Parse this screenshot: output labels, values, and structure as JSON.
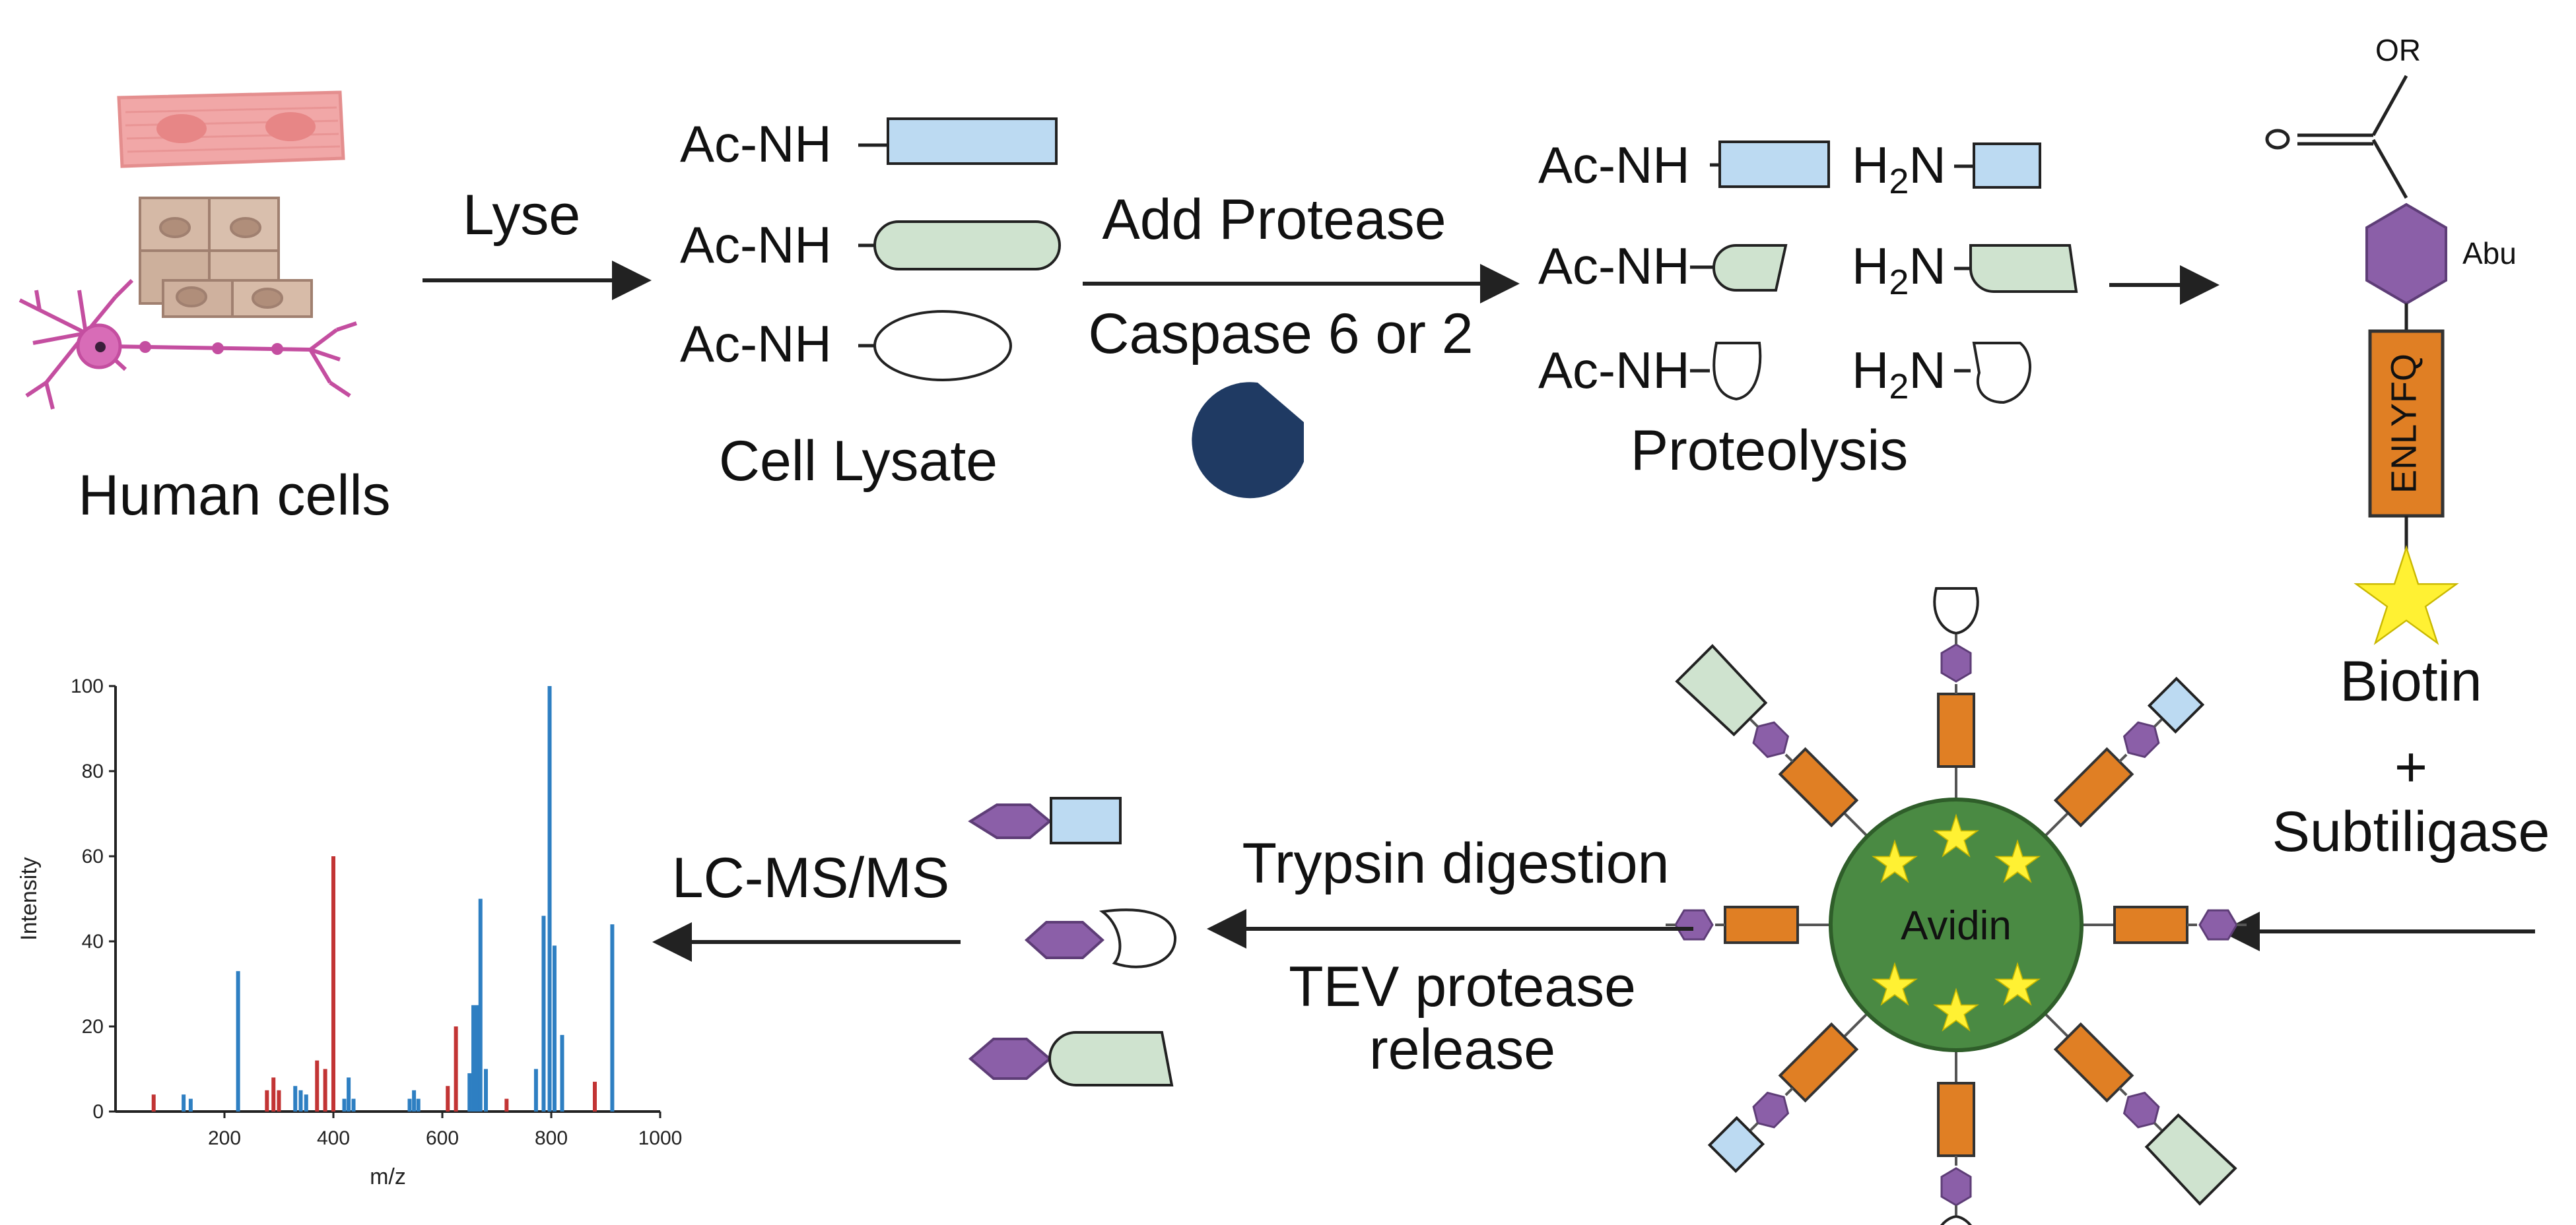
{
  "steps": {
    "human_cells": "Human cells",
    "lyse": "Lyse",
    "cell_lysate": "Cell Lysate",
    "add_protease": "Add Protease",
    "caspase": "Caspase 6 or 2",
    "proteolysis": "Proteolysis",
    "biotin": "Biotin",
    "plus": "+",
    "subtiligase": "Subtiligase",
    "avidin": "Avidin",
    "trypsin": "Trypsin digestion",
    "tev_line1": "TEV protease",
    "tev_line2": "release",
    "lcms": "LC-MS/MS"
  },
  "chemistry": {
    "ac_nh": "Ac-NH",
    "h2n_h": "H",
    "h2n_2": "2",
    "h2n_n": "N",
    "or": "OR",
    "abu": "Abu",
    "peptide": "ENLYFQ"
  },
  "colors": {
    "blue_protein": "#bcdaf2",
    "green_protein": "#cfe3cf",
    "purple_abu": "#8b5fa8",
    "orange_linker": "#e07f24",
    "biotin_yellow": "#fff133",
    "avidin_green": "#4a8a43",
    "pacman": "#1f3a63",
    "spectrum_blue": "#2e7fc2",
    "spectrum_red": "#c23434"
  },
  "chart_data": {
    "type": "bar",
    "xlabel": "m/z",
    "ylabel": "Intensity",
    "xlim": [
      0,
      1000
    ],
    "ylim": [
      0,
      100
    ],
    "xticks": [
      200,
      400,
      600,
      800,
      1000
    ],
    "yticks": [
      0,
      20,
      40,
      60,
      80,
      100
    ],
    "series": [
      {
        "color": "#2e7fc2",
        "points": [
          [
            125,
            4
          ],
          [
            138,
            3
          ],
          [
            225,
            33
          ],
          [
            330,
            6
          ],
          [
            340,
            5
          ],
          [
            350,
            4
          ],
          [
            420,
            3
          ],
          [
            428,
            8
          ],
          [
            437,
            3
          ],
          [
            540,
            3
          ],
          [
            548,
            5
          ],
          [
            556,
            3
          ],
          [
            650,
            9
          ],
          [
            657,
            25
          ],
          [
            664,
            25
          ],
          [
            670,
            50
          ],
          [
            680,
            10
          ],
          [
            772,
            10
          ],
          [
            786,
            46
          ],
          [
            797,
            100
          ],
          [
            806,
            39
          ],
          [
            820,
            18
          ],
          [
            912,
            44
          ]
        ]
      },
      {
        "color": "#c23434",
        "points": [
          [
            70,
            4
          ],
          [
            278,
            5
          ],
          [
            290,
            8
          ],
          [
            300,
            5
          ],
          [
            370,
            12
          ],
          [
            385,
            10
          ],
          [
            400,
            60
          ],
          [
            610,
            6
          ],
          [
            625,
            20
          ],
          [
            718,
            3
          ],
          [
            880,
            7
          ]
        ]
      }
    ]
  }
}
